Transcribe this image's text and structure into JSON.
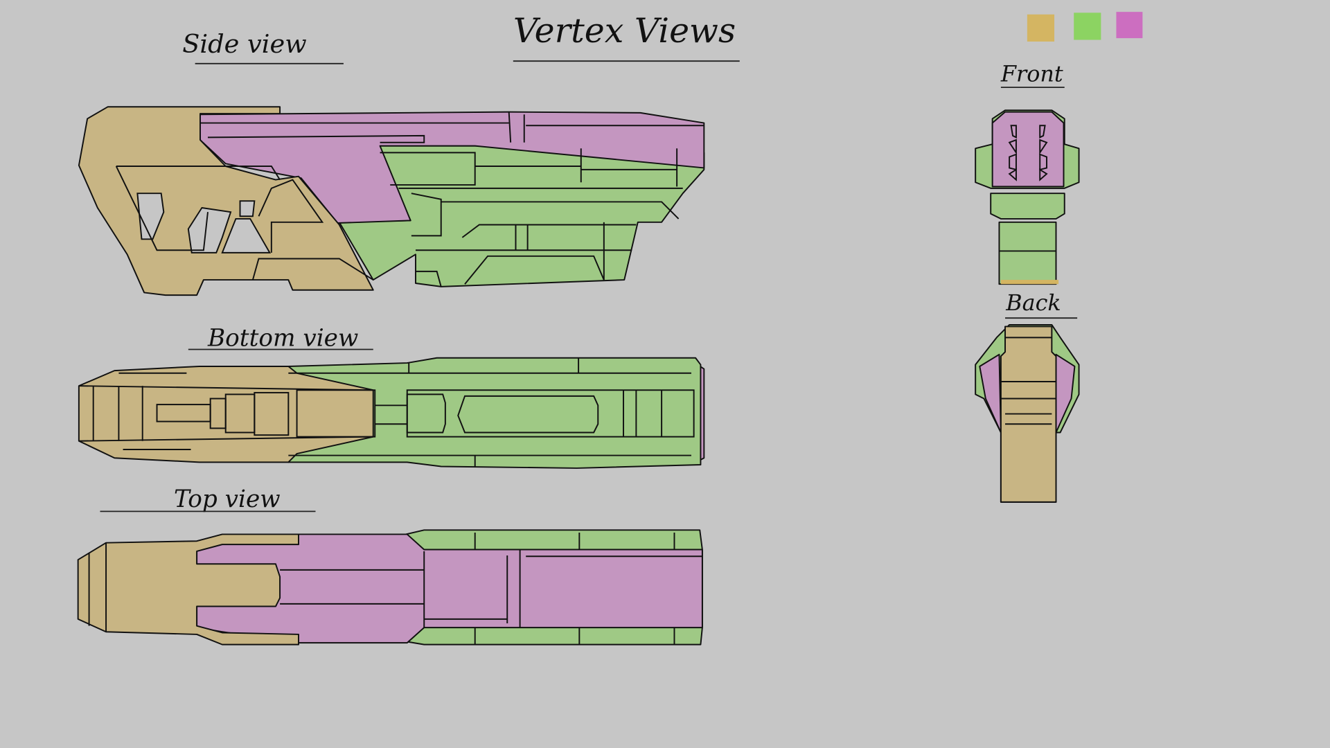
{
  "title": "Vertex Views",
  "labels": {
    "side": "Side view",
    "bottom": "Bottom view",
    "top": "Top view",
    "front": "Front",
    "back": "Back"
  },
  "palette": [
    "#d4b562",
    "#8cd362",
    "#cc6ec0"
  ],
  "colors": {
    "tan": "#c8b584",
    "green": "#9fc985",
    "purple": "#c496c0",
    "background": "#c6c6c6"
  }
}
